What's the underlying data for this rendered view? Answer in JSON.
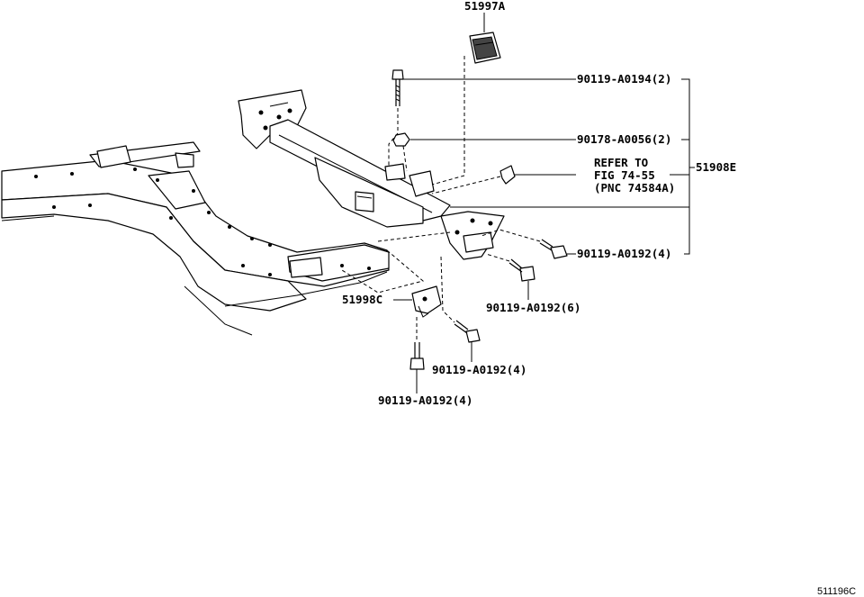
{
  "labels": {
    "cap": "51997A",
    "bolt_top": "90119-A0194(2)",
    "nut": "90178-A0056(2)",
    "refer_line1": "REFER TO",
    "refer_line2": "FIG 74-55",
    "refer_line3": "(PNC 74584A)",
    "assembly": "51908E",
    "bolt_right": "90119-A0192(4)",
    "bolt_mid": "90119-A0192(6)",
    "bracket": "51998C",
    "bolt_lower": "90119-A0192(4)",
    "bolt_bottom": "90119-A0192(4)"
  },
  "diagram_code": "511196C"
}
